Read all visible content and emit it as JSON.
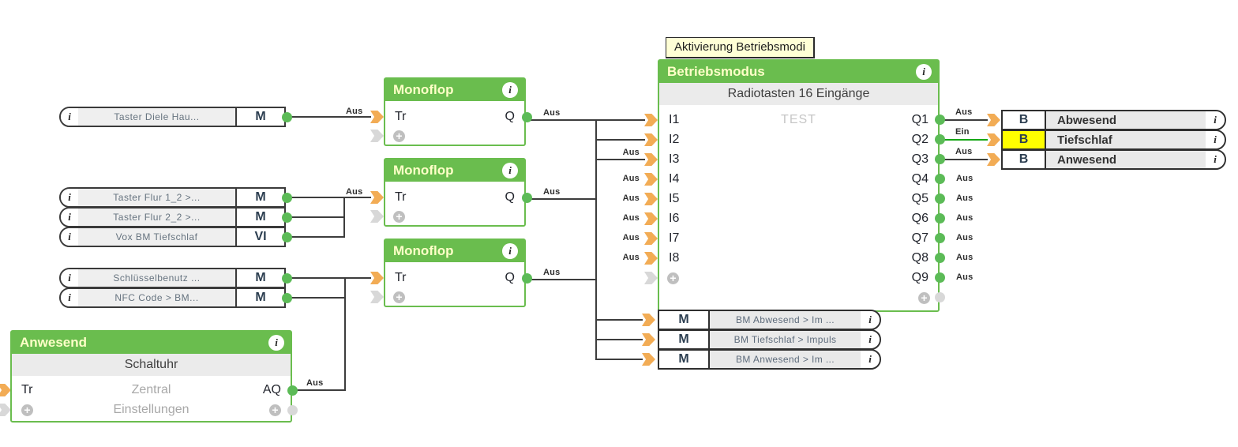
{
  "tooltip": {
    "text": "Aktivierung Betriebsmodi"
  },
  "icons": {
    "info": "i",
    "add": "+"
  },
  "wire_labels": {
    "aus": "Aus",
    "ein": "Ein"
  },
  "sources": [
    {
      "badge": "M",
      "label": "Taster Diele Hau..."
    },
    {
      "badge": "M",
      "label": "Taster Flur 1_2 >..."
    },
    {
      "badge": "M",
      "label": "Taster Flur 2_2 >..."
    },
    {
      "badge": "VI",
      "label": "Vox BM Tiefschlaf"
    },
    {
      "badge": "M",
      "label": "Schlüsselbenutz ..."
    },
    {
      "badge": "M",
      "label": "NFC Code > BM..."
    }
  ],
  "monoflops": [
    {
      "title": "Monoflop",
      "input": "Tr",
      "output": "Q"
    },
    {
      "title": "Monoflop",
      "input": "Tr",
      "output": "Q"
    },
    {
      "title": "Monoflop",
      "input": "Tr",
      "output": "Q"
    }
  ],
  "betriebsmodus": {
    "title": "Betriebsmodus",
    "subtitle": "Radiotasten 16 Eingänge",
    "watermark": "TEST",
    "inputs": [
      "I1",
      "I2",
      "I3",
      "I4",
      "I5",
      "I6",
      "I7",
      "I8"
    ],
    "outputs": [
      "Q1",
      "Q2",
      "Q3",
      "Q4",
      "Q5",
      "Q6",
      "Q7",
      "Q8",
      "Q9"
    ]
  },
  "memory_outputs": [
    {
      "badge": "M",
      "label": "BM Abwesend > Im ..."
    },
    {
      "badge": "M",
      "label": "BM Tiefschlaf > Impuls"
    },
    {
      "badge": "M",
      "label": "BM Anwesend > Im ..."
    }
  ],
  "binary_outputs": [
    {
      "badge": "B",
      "label": "Abwesend",
      "state": "Aus"
    },
    {
      "badge": "B",
      "label": "Tiefschlaf",
      "state": "Ein"
    },
    {
      "badge": "B",
      "label": "Anwesend",
      "state": "Aus"
    }
  ],
  "schaltuhr": {
    "title": "Anwesend",
    "subtitle": "Schaltuhr",
    "input": "Tr",
    "center_label": "Zentral",
    "output": "AQ",
    "settings_label": "Einstellungen"
  },
  "colors": {
    "block_green": "#6ABD4E",
    "header_text": "#FFFFC8",
    "connector_orange": "#F2AC55",
    "connector_green": "#5CBB57",
    "wire_active_green": "#16A616",
    "highlight_yellow": "#FFFF00",
    "tooltip_bg": "#FFFFD6"
  }
}
